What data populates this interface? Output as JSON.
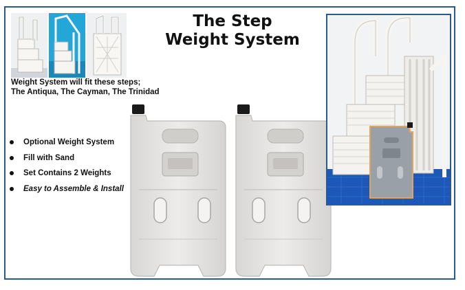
{
  "title": {
    "line1": "The Step",
    "line2": "Weight System"
  },
  "fit_note": {
    "line1": "Weight System will fit these steps;",
    "line2": "The Antiqua, The Cayman, The Trinidad"
  },
  "features": [
    "Optional Weight System",
    "Fill with Sand",
    "Set Contains 2 Weights",
    "Easy to Assemble & Install"
  ],
  "colors": {
    "border": "#2a5a8c",
    "weight_body": "#e8e6e4",
    "cap": "#1a1a1a",
    "pool_floor": "#1d58b8",
    "installed_weight": "#9aa0a8",
    "highlight_outline": "#e3a35a"
  }
}
